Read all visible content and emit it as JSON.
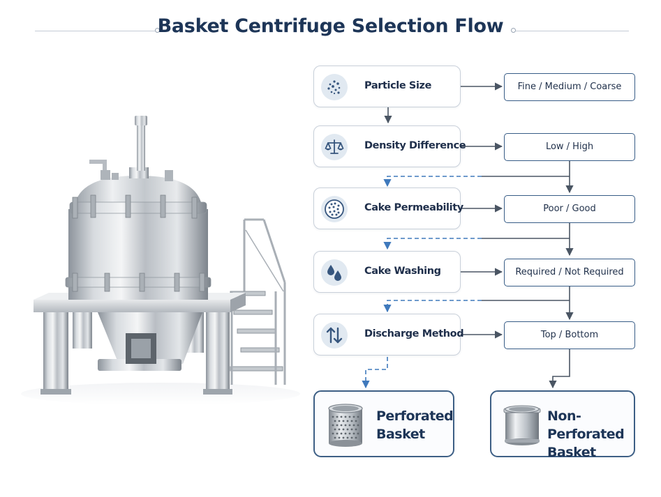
{
  "title": "Basket Centrifuge Selection Flow",
  "criteria": [
    {
      "label": "Particle Size",
      "icon": "particles-icon",
      "option": "Fine / Medium / Coarse"
    },
    {
      "label": "Density Difference",
      "icon": "balance-scale-icon",
      "option": "Low / High"
    },
    {
      "label": "Cake Permeability",
      "icon": "porous-disc-icon",
      "option": "Poor / Good"
    },
    {
      "label": "Cake Washing",
      "icon": "water-drops-icon",
      "option": "Required / Not Required"
    },
    {
      "label": "Discharge Method",
      "icon": "up-down-arrows-icon",
      "option": "Top / Bottom"
    }
  ],
  "results": [
    {
      "line1": "Perforated",
      "line2": "Basket",
      "icon": "perforated-basket-icon"
    },
    {
      "line1": "Non-Perforated",
      "line2": "Basket",
      "icon": "solid-basket-icon"
    }
  ],
  "colors": {
    "title": "#1d3557",
    "connector": "#4a5563",
    "option_border": "#375c86",
    "dashed_arrow": "#3f79bc",
    "icon_circle": "#e1e9f1"
  }
}
